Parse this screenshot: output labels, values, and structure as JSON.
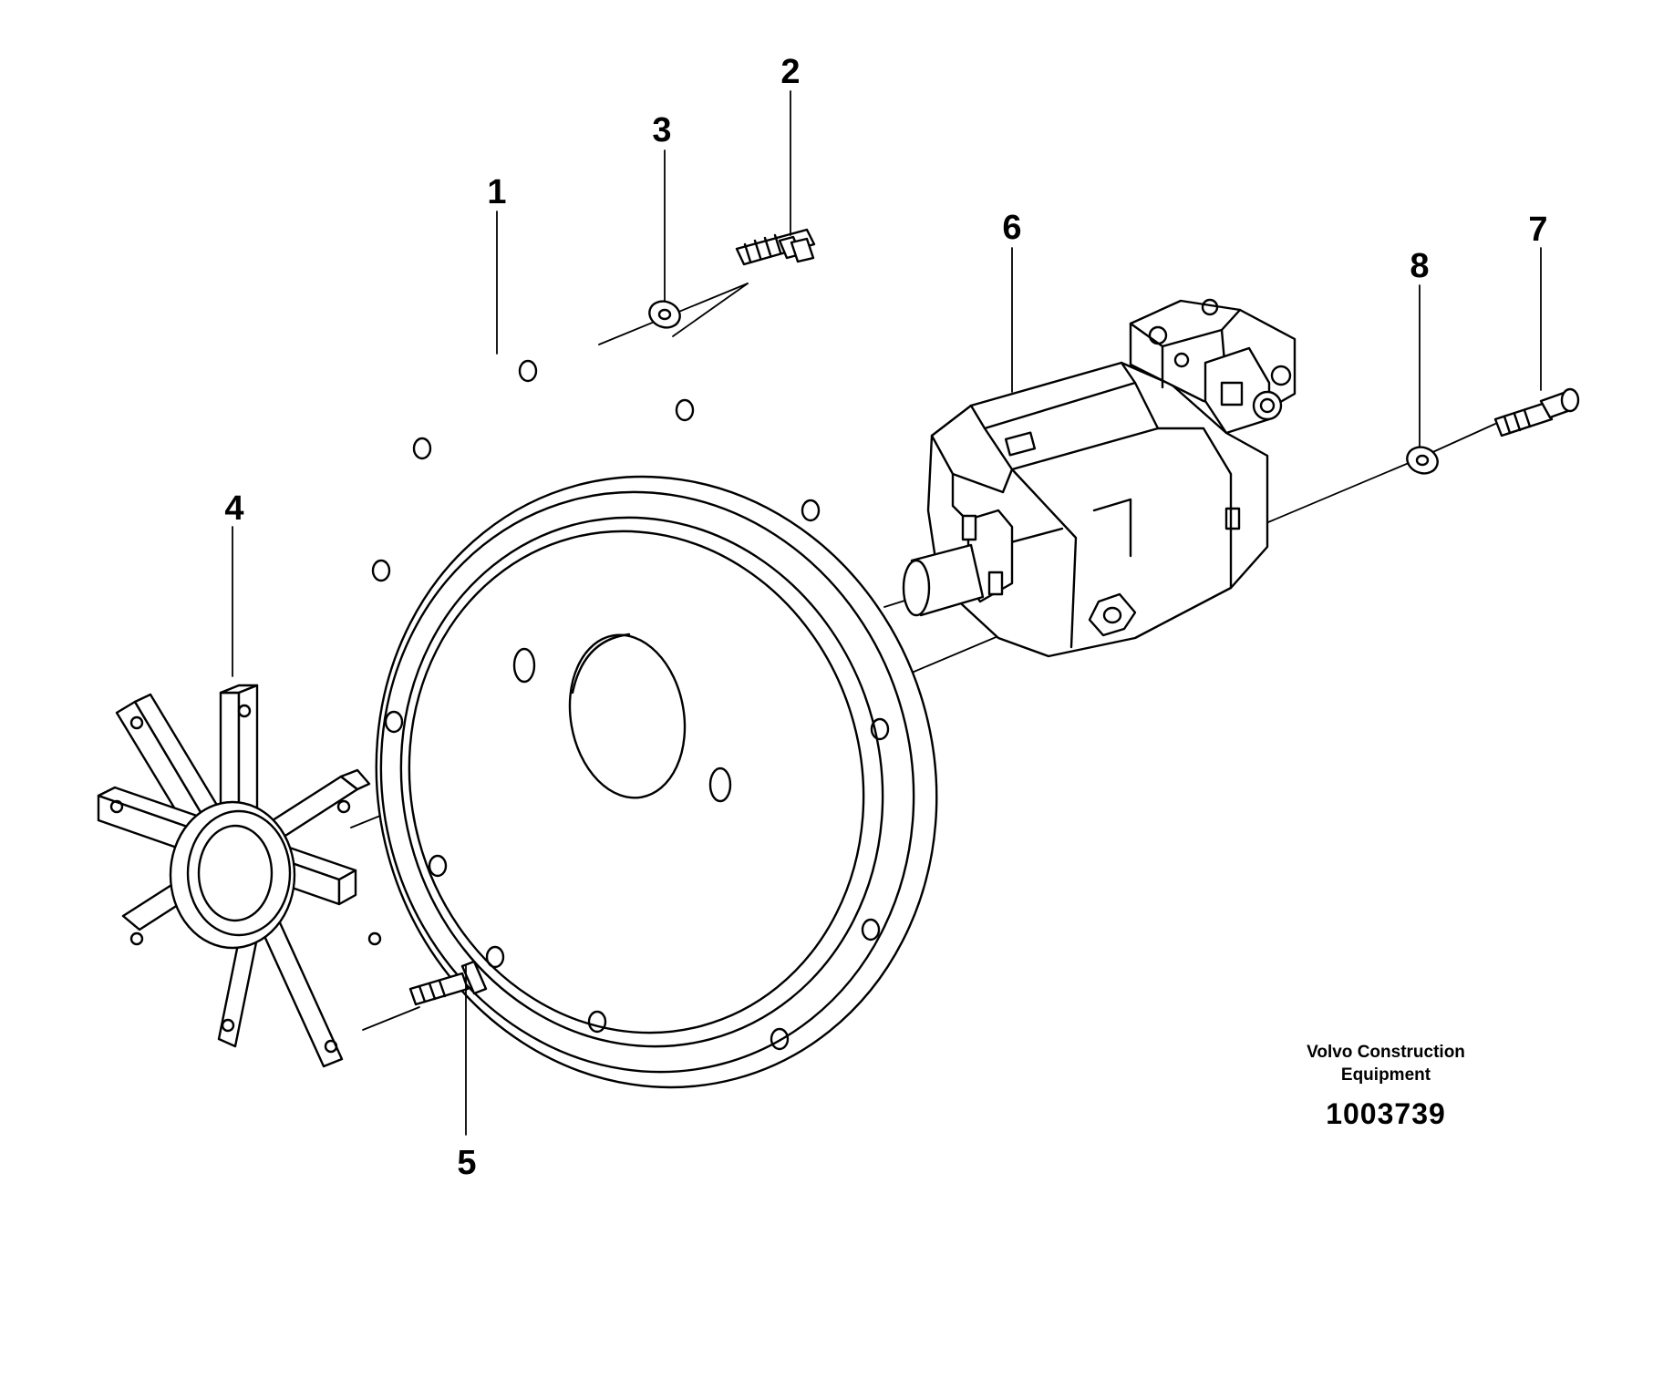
{
  "callouts": [
    {
      "id": "1",
      "label": "1"
    },
    {
      "id": "2",
      "label": "2"
    },
    {
      "id": "3",
      "label": "3"
    },
    {
      "id": "4",
      "label": "4"
    },
    {
      "id": "5",
      "label": "5"
    },
    {
      "id": "6",
      "label": "6"
    },
    {
      "id": "7",
      "label": "7"
    },
    {
      "id": "8",
      "label": "8"
    }
  ],
  "credit": {
    "company_line1": "Volvo Construction",
    "company_line2": "Equipment",
    "figure_number": "1003739"
  }
}
